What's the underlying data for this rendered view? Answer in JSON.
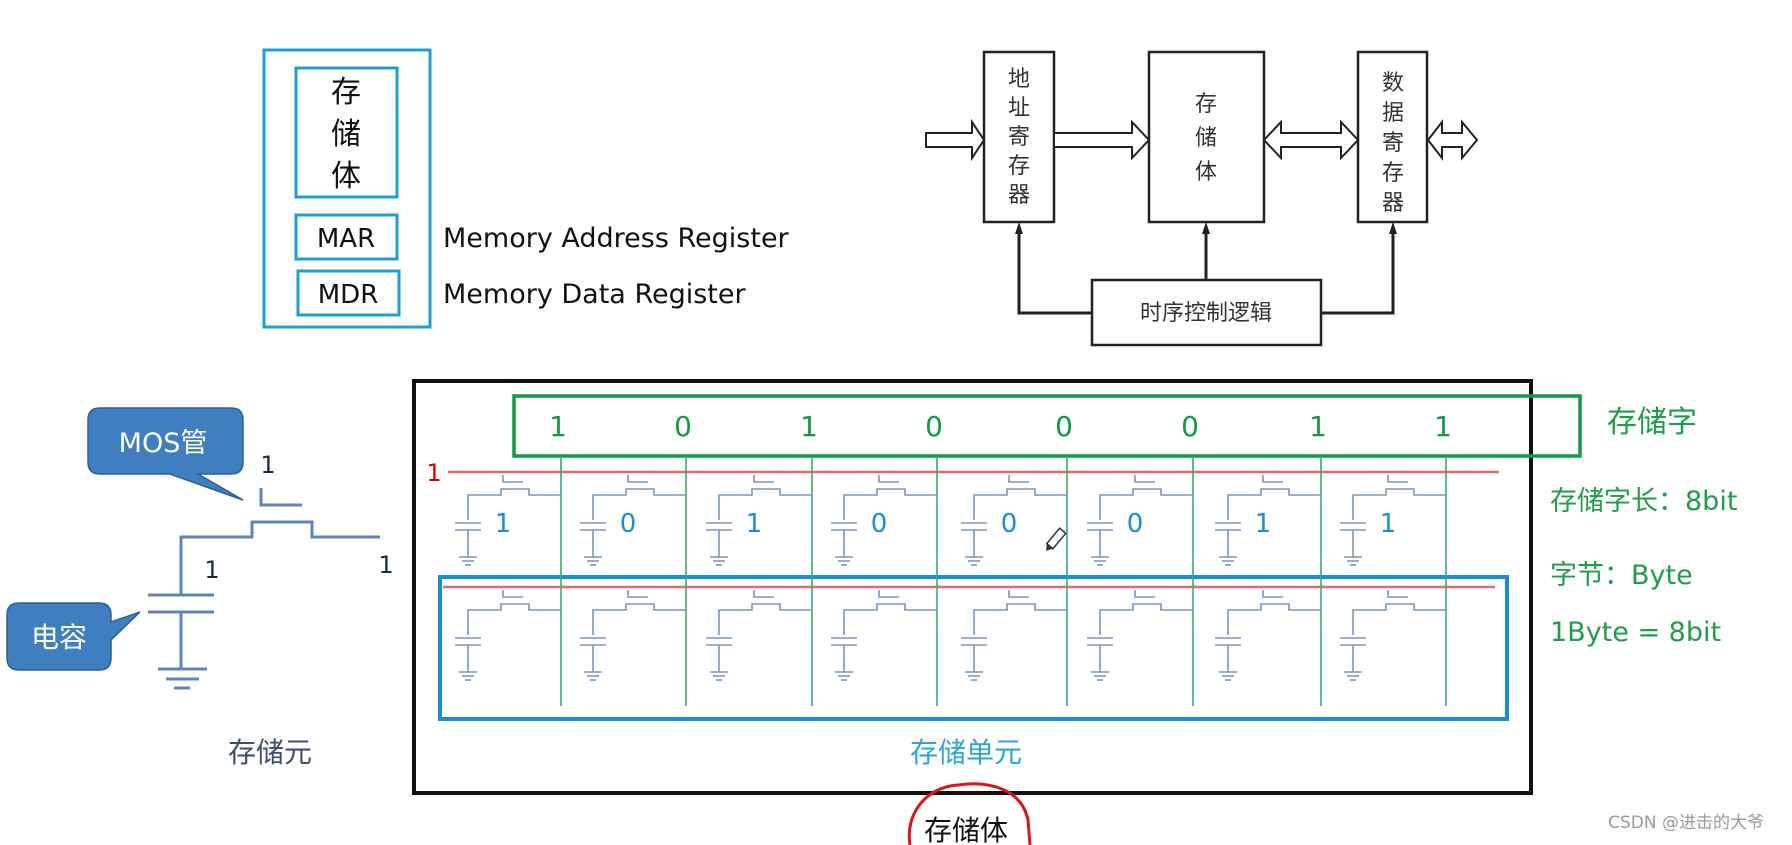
{
  "colors": {
    "blue_frame": "#1e9fd4",
    "callout_fill": "#3f7fc0",
    "callout_stroke": "#2d5f96",
    "circuit": "#6d8eb5",
    "circuit_dark": "#3a5e8f",
    "word_green": "#129a46",
    "column_green": "#3aaa6a",
    "word_line_red": "#e36b6b",
    "red_digit": "#d40000",
    "cell_bit_blue": "#1a8fd0",
    "unit_label_blue": "#2aa6d8",
    "annotation_circle": "#d81818"
  },
  "legend_box": {
    "storage_label": [
      "存",
      "储",
      "体"
    ],
    "mar_label": "MAR",
    "mdr_label": "MDR",
    "mar_desc": "Memory Address Register",
    "mdr_desc": "Memory Data Register"
  },
  "block_diagram": {
    "address_register": [
      "地",
      "址",
      "寄",
      "存",
      "器"
    ],
    "storage_body": [
      "存",
      "储",
      "体"
    ],
    "data_register": [
      "数",
      "据",
      "寄",
      "存",
      "器"
    ],
    "timing_control": "时序控制逻辑"
  },
  "storage_element": {
    "mos_callout": "MOS管",
    "capacitor_callout": "电容",
    "gate_value": "1",
    "capacitor_value": "1",
    "bitline_value": "1",
    "caption": "存储元"
  },
  "storage_array": {
    "wordline_value": "1",
    "word_bits": [
      "1",
      "0",
      "1",
      "0",
      "0",
      "0",
      "1",
      "1"
    ],
    "cell_bits_row1": [
      "1",
      "0",
      "1",
      "0",
      "0",
      "0",
      "1",
      "1"
    ],
    "unit_caption": "存储单元",
    "body_caption": "存储体"
  },
  "side_notes": {
    "word_label": "存储字",
    "word_length": "存储字长：8bit",
    "byte_label": "字节：Byte",
    "byte_def": "1Byte = 8bit"
  },
  "watermark": "CSDN @进击的大爷"
}
